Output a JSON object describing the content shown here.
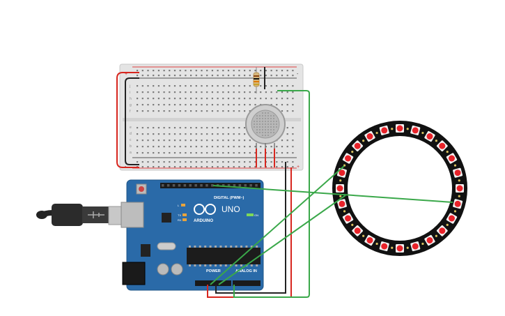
{
  "arduino": {
    "brand": "ARDUINO",
    "model": "UNO",
    "digital_header": "DIGITAL (PWM~)",
    "power_label": "POWER",
    "analog_label": "ANALOG IN",
    "on_led": "ON",
    "tx_led": "TX",
    "rx_led": "RX",
    "l_led": "L",
    "board_color": "#2a6aa8"
  },
  "breadboard": {
    "row_letters_top": [
      "j",
      "i",
      "h",
      "g",
      "f"
    ],
    "row_letters_bottom": [
      "e",
      "d",
      "c",
      "b",
      "a"
    ],
    "rail_plus": "+",
    "rail_minus": "-"
  },
  "ring": {
    "led_count": 24,
    "led_color": "#e8232a",
    "ring_color": "#111111"
  },
  "wires": {
    "red": "#d7261e",
    "black": "#222222",
    "green": "#3aa84a"
  }
}
